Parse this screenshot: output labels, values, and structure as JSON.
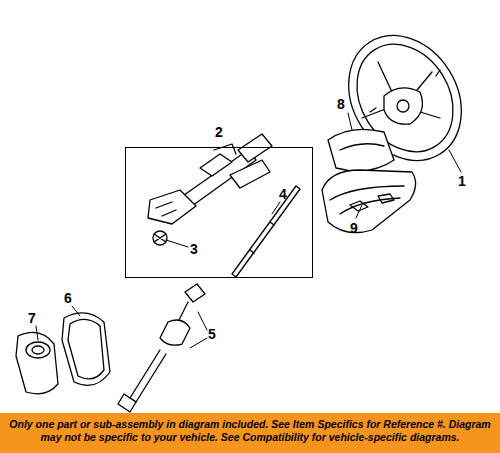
{
  "diagram": {
    "nodes": [
      {
        "text": [
          "2"
        ]
      },
      {
        "text": [
          "Only one part or sub-assembly in diagram included. See Item Specifics for Reference #. Diagram may not be specific to your vehicle. See Compatibility for vehicle-specific diagrams."
        ]
      }
    ],
    "edges": [],
    "labels": [
      "1",
      "8",
      "9",
      "3",
      "4",
      "5",
      "6",
      "7"
    ]
  }
}
